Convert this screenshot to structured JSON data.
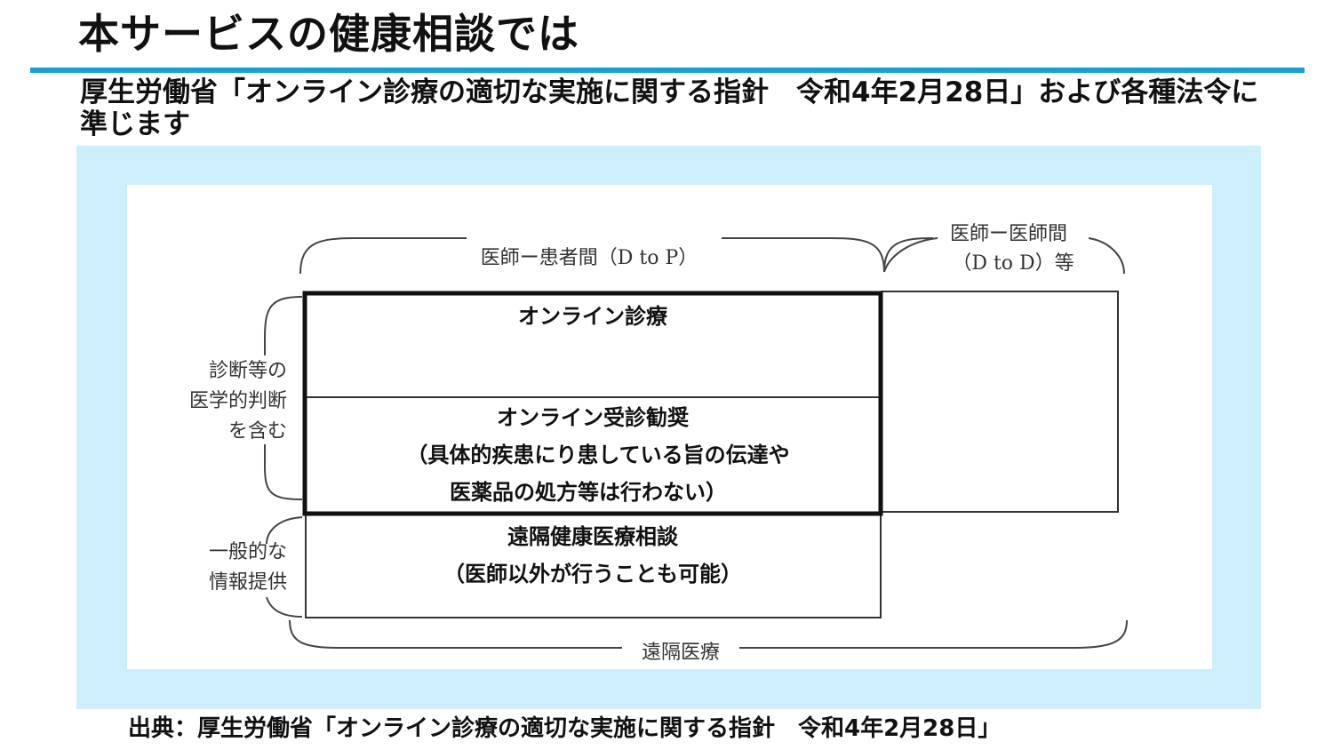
{
  "header": {
    "title": "本サービスの健康相談では",
    "subtitle": "厚生労働省「オンライン診療の適切な実施に関する指針　令和4年2月28日」および各種法令に準じます",
    "accent_color": "#1a9ed6"
  },
  "diagram": {
    "top_label_dtop": "医師ー患者間（D to P）",
    "top_label_dtod_line1": "医師ー医師間",
    "top_label_dtod_line2": "（D to D）等",
    "left_label_medical": [
      "診断等の",
      "医学的判断",
      "を含む"
    ],
    "left_label_general": [
      "一般的な",
      "情報提供"
    ],
    "box_online_care": "オンライン診療",
    "box_recommend_title": "オンライン受診勧奨",
    "box_recommend_note1": "（具体的疾患にり患している旨の伝達や",
    "box_recommend_note2": "医薬品の処方等は行わない）",
    "box_health_title": "遠隔健康医療相談",
    "box_health_note": "（医師以外が行うことも可能）",
    "bottom_label": "遠隔医療",
    "panel_color": "#cdeefb"
  },
  "footer": {
    "source": "出典：厚生労働省「オンライン診療の適切な実施に関する指針　令和4年2月28日」"
  }
}
